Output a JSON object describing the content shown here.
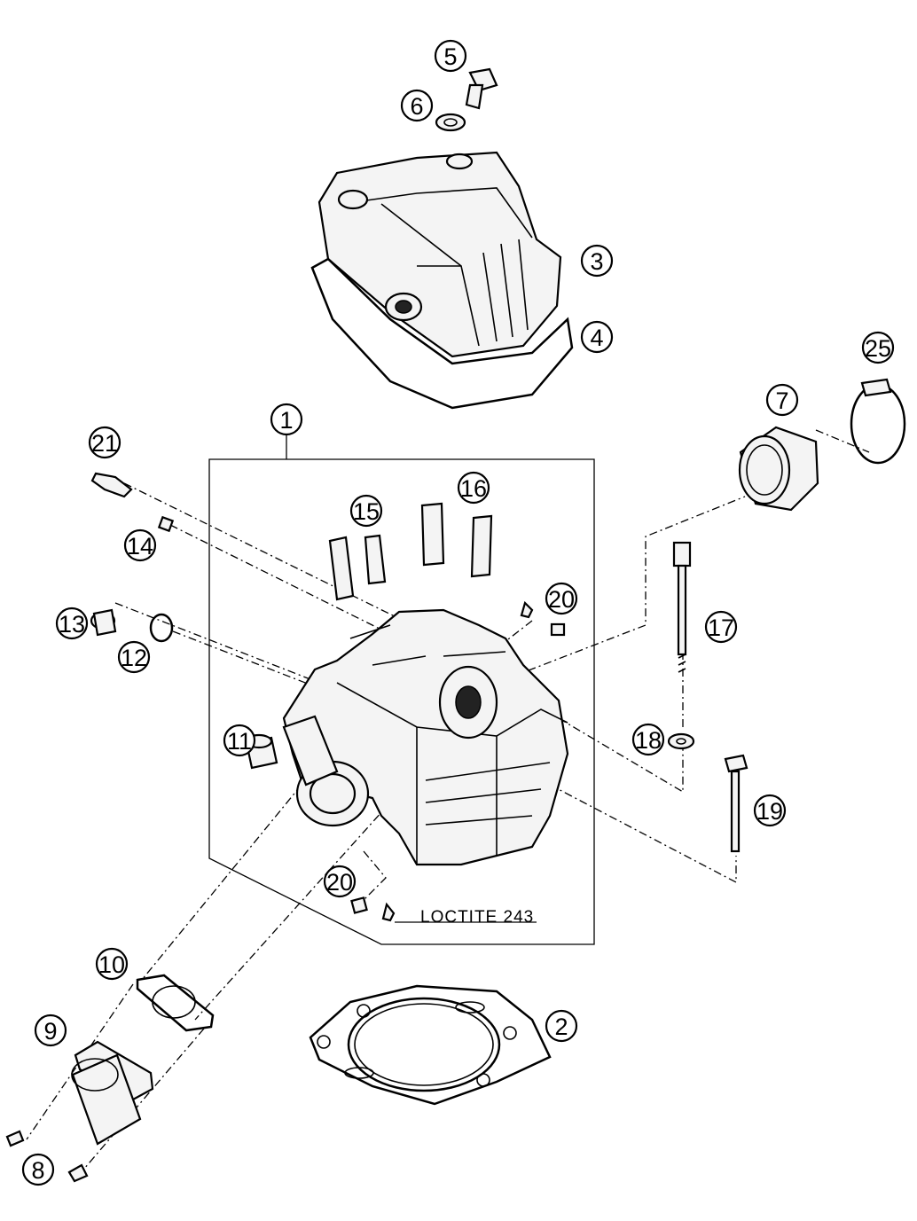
{
  "callouts": [
    {
      "label": "1"
    },
    {
      "label": "2"
    },
    {
      "label": "3"
    },
    {
      "label": "4"
    },
    {
      "label": "5"
    },
    {
      "label": "6"
    },
    {
      "label": "7"
    },
    {
      "label": "8"
    },
    {
      "label": "9"
    },
    {
      "label": "10"
    },
    {
      "label": "11"
    },
    {
      "label": "12"
    },
    {
      "label": "13"
    },
    {
      "label": "14"
    },
    {
      "label": "15"
    },
    {
      "label": "16"
    },
    {
      "label": "17"
    },
    {
      "label": "18"
    },
    {
      "label": "19"
    },
    {
      "label": "20"
    },
    {
      "label": "20"
    },
    {
      "label": "21"
    },
    {
      "label": "25"
    }
  ],
  "note": {
    "text": "LOCTITE 243"
  }
}
